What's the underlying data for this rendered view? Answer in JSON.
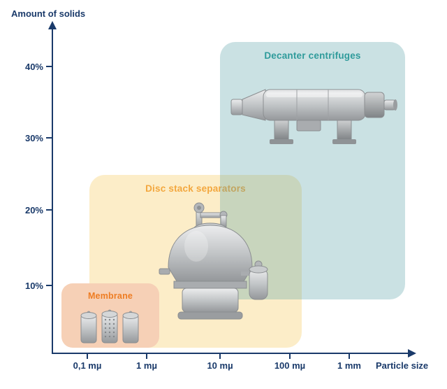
{
  "colors": {
    "axis_text": "#1a3a6a",
    "decanter_fill": "#cde1e2",
    "decanter_label": "#2f9b9b",
    "disc_fill": "#fcedc8",
    "disc_label": "#f3a73e",
    "membrane_fill": "#f6d0b6",
    "membrane_label": "#ee7d23"
  },
  "chart": {
    "ylabel": "Amount of solids",
    "xlabel": "Particle size",
    "y_ticks": [
      "40%",
      "30%",
      "20%",
      "10%"
    ],
    "x_ticks": [
      "0,1 mµ",
      "1 mµ",
      "10 mµ",
      "100 mµ",
      "1 mm"
    ],
    "regions": {
      "decanter": {
        "label": "Decanter centrifuges"
      },
      "disc": {
        "label": "Disc stack separators"
      },
      "membrane": {
        "label": "Membrane"
      }
    },
    "illustrations": [
      "membrane-cartridges",
      "disc-stack-separator",
      "decanter-centrifuge"
    ]
  },
  "chart_data": {
    "type": "area",
    "title": "",
    "xlabel": "Particle size",
    "ylabel": "Amount of solids",
    "x_scale": "log",
    "x_tick_labels": [
      "0,1 mµ",
      "1 mµ",
      "10 mµ",
      "100 mµ",
      "1 mm"
    ],
    "y_tick_labels": [
      "10%",
      "20%",
      "30%",
      "40%"
    ],
    "grid": false,
    "legend": "none",
    "regions": [
      {
        "name": "Membrane",
        "particle_size_range": [
          "0,04 mµ",
          "1,5 mµ"
        ],
        "solids_range_pct": [
          0,
          10
        ]
      },
      {
        "name": "Disc stack separators",
        "particle_size_range": [
          "0,1 mµ",
          "150 mµ"
        ],
        "solids_range_pct": [
          0,
          25
        ]
      },
      {
        "name": "Decanter centrifuges",
        "particle_size_range": [
          "10 mµ",
          "5 mm"
        ],
        "solids_range_pct": [
          0,
          43
        ]
      }
    ]
  }
}
